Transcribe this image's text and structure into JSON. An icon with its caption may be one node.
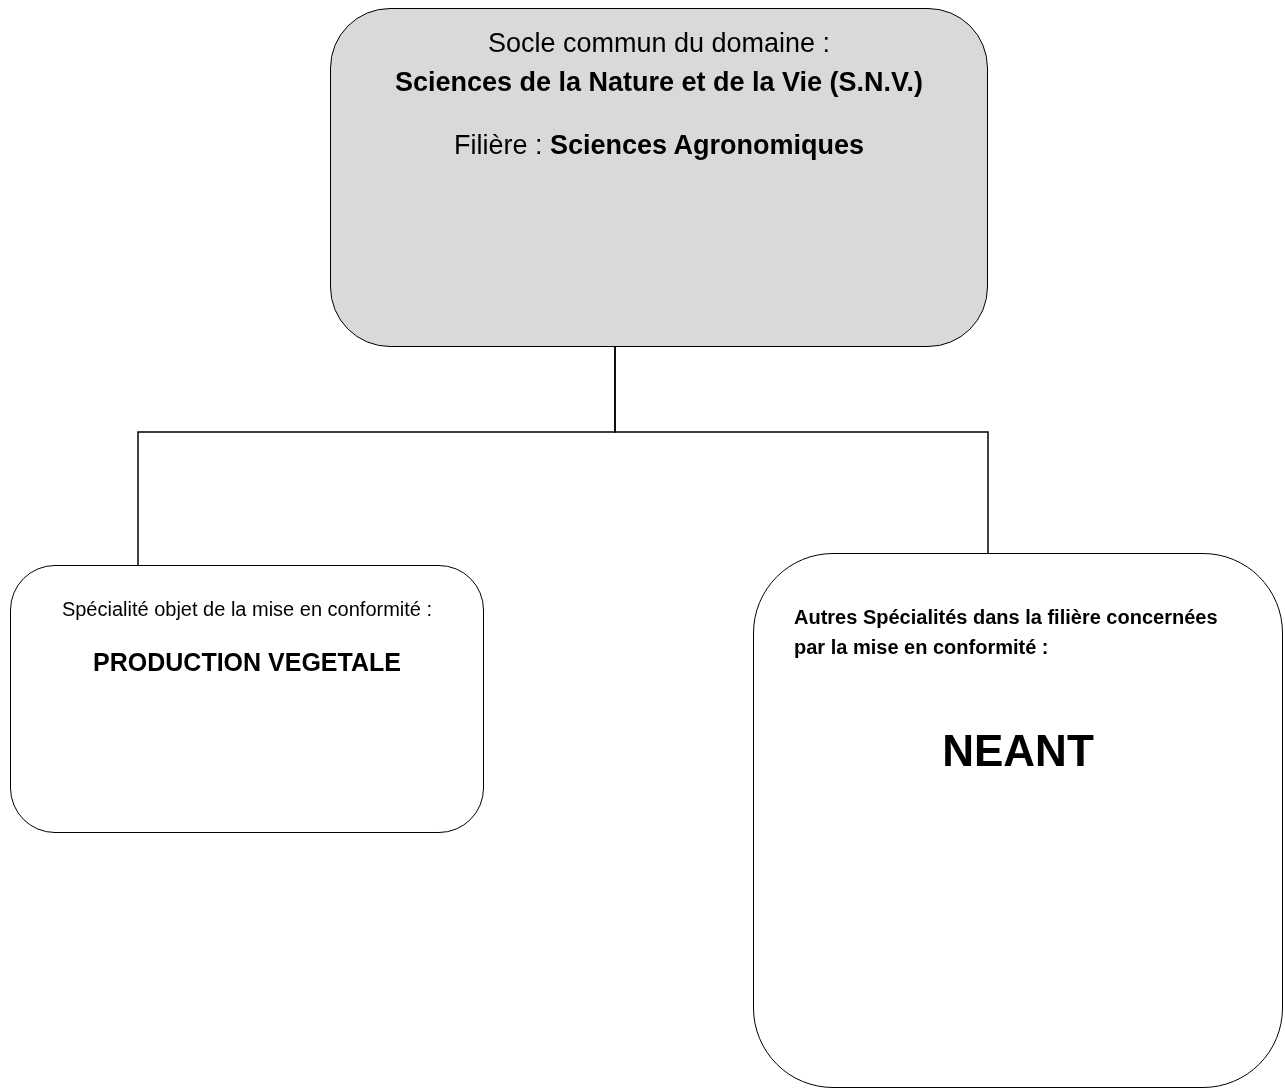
{
  "diagram": {
    "nodes": [
      {
        "text": [
          "Socle commun du domaine :",
          "Sciences de la Nature et de la Vie (S.N.V.)",
          "Filière : **Sciences Agronomiques**"
        ]
      },
      {
        "text": [
          "Spécialité objet de la mise en conformité :",
          "PRODUCTION VEGETALE"
        ]
      },
      {
        "text": [
          "Autres Spécialités dans la filière concernées par la mise en conformité :",
          "NEANT"
        ]
      }
    ],
    "edges": [
      {
        "from": 0,
        "to": 1,
        "arrow": "none"
      },
      {
        "from": 0,
        "to": 2,
        "arrow": "none"
      }
    ]
  }
}
